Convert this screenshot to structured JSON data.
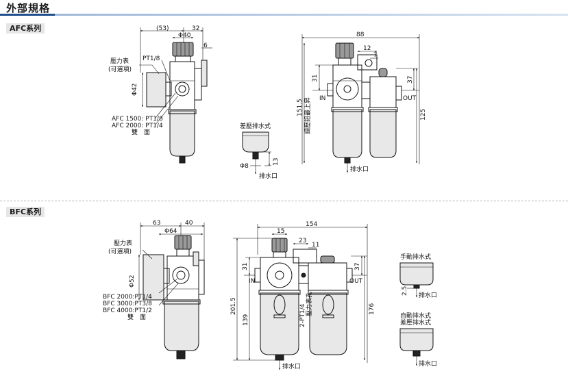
{
  "header": {
    "title": "外部規格"
  },
  "afc": {
    "tag": "AFC系列",
    "dim_53": "(53)",
    "dim_32": "32",
    "dim_40": "Φ40",
    "dim_6": "6",
    "gauge_line1": "壓力表",
    "gauge_line2": "(可選項)",
    "pt_gauge": "PT1/8",
    "dia_gauge": "Φ42",
    "port1": "AFC 1500: PT1/8",
    "port2": "AFC 2000: PT1/4",
    "both_sides": "雙　面",
    "diff_drain_title": "差壓排水式",
    "dim_8": "Φ8",
    "dim_13": "13",
    "drain_port": "排水口",
    "dim_88": "88",
    "dim_12": "12",
    "dim_7": "7",
    "dim_31": "31",
    "dim_151_5": "151.5",
    "adjust_knob": "調壓鈕最上昇",
    "in_label": "IN",
    "out_label": "OUT",
    "dim_37": "37",
    "dim_125": "125",
    "drain_port2": "排水口"
  },
  "bfc": {
    "tag": "BFC系列",
    "dim_63": "63",
    "dim_40": "40",
    "dim_64": "Φ64",
    "gauge_line1": "壓力表",
    "gauge_line2": "(可選項)",
    "dia_gauge": "Φ52",
    "port1": "BFC 2000:PT1/4",
    "port2": "BFC 3000:PT3/8",
    "port3": "BFC 4000:PT1/2",
    "both_sides": "雙　面",
    "dim_154": "154",
    "dim_15": "15",
    "dim_23": "23",
    "dim_11": "11",
    "dim_31": "31",
    "in_label": "IN",
    "out_label": "OUT",
    "dim_37": "37",
    "dim_201_5": "201.5",
    "dim_139": "139",
    "dim_176": "176",
    "pt_label": "2-PT1/4",
    "gauge_hole": "壓力表孔",
    "drain_port": "排水口",
    "manual_drain_title": "手動排水式",
    "dim_2_5": "2.5",
    "drain_port_manual": "排水口",
    "auto_drain_line1": "自動排水式",
    "auto_drain_line2": "差壓排水式",
    "drain_port_auto": "排水口"
  }
}
